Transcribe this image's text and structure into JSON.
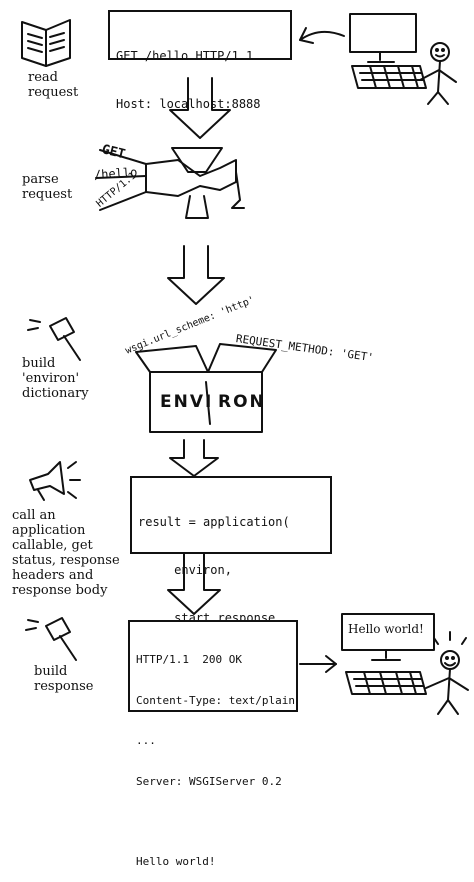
{
  "step1": {
    "label": "read\nrequest",
    "request_lines": [
      "GET /hello HTTP/1.1",
      "Host: localhost:8888"
    ]
  },
  "step2": {
    "label": "parse\nrequest",
    "parts": [
      "GET",
      "/hello",
      "HTTP/1.1"
    ]
  },
  "step3": {
    "label": "build\n'environ'\ndictionary",
    "key_scheme": "wsgi.url_scheme: 'http'",
    "key_method": "REQUEST_METHOD: 'GET'",
    "box_left": "ENVI",
    "box_right": "RON"
  },
  "step4": {
    "label": "call an\napplication\ncallable, get\nstatus, response\nheaders and\nresponse body",
    "code_lines": [
      "result = application(",
      "     environ,",
      "     start_response",
      ")"
    ]
  },
  "step5": {
    "label": "build\nresponse",
    "response_lines": [
      "HTTP/1.1  200 OK",
      "Content-Type: text/plain",
      "...",
      "Server: WSGIServer 0.2",
      "",
      "Hello world!"
    ],
    "screen_text": "Hello world!"
  },
  "icons": [
    "book-icon",
    "meat-grinder-icon",
    "hammer-icon",
    "megaphone-icon",
    "computer-icon",
    "stick-figure-icon",
    "keyboard-icon",
    "box-icon"
  ]
}
